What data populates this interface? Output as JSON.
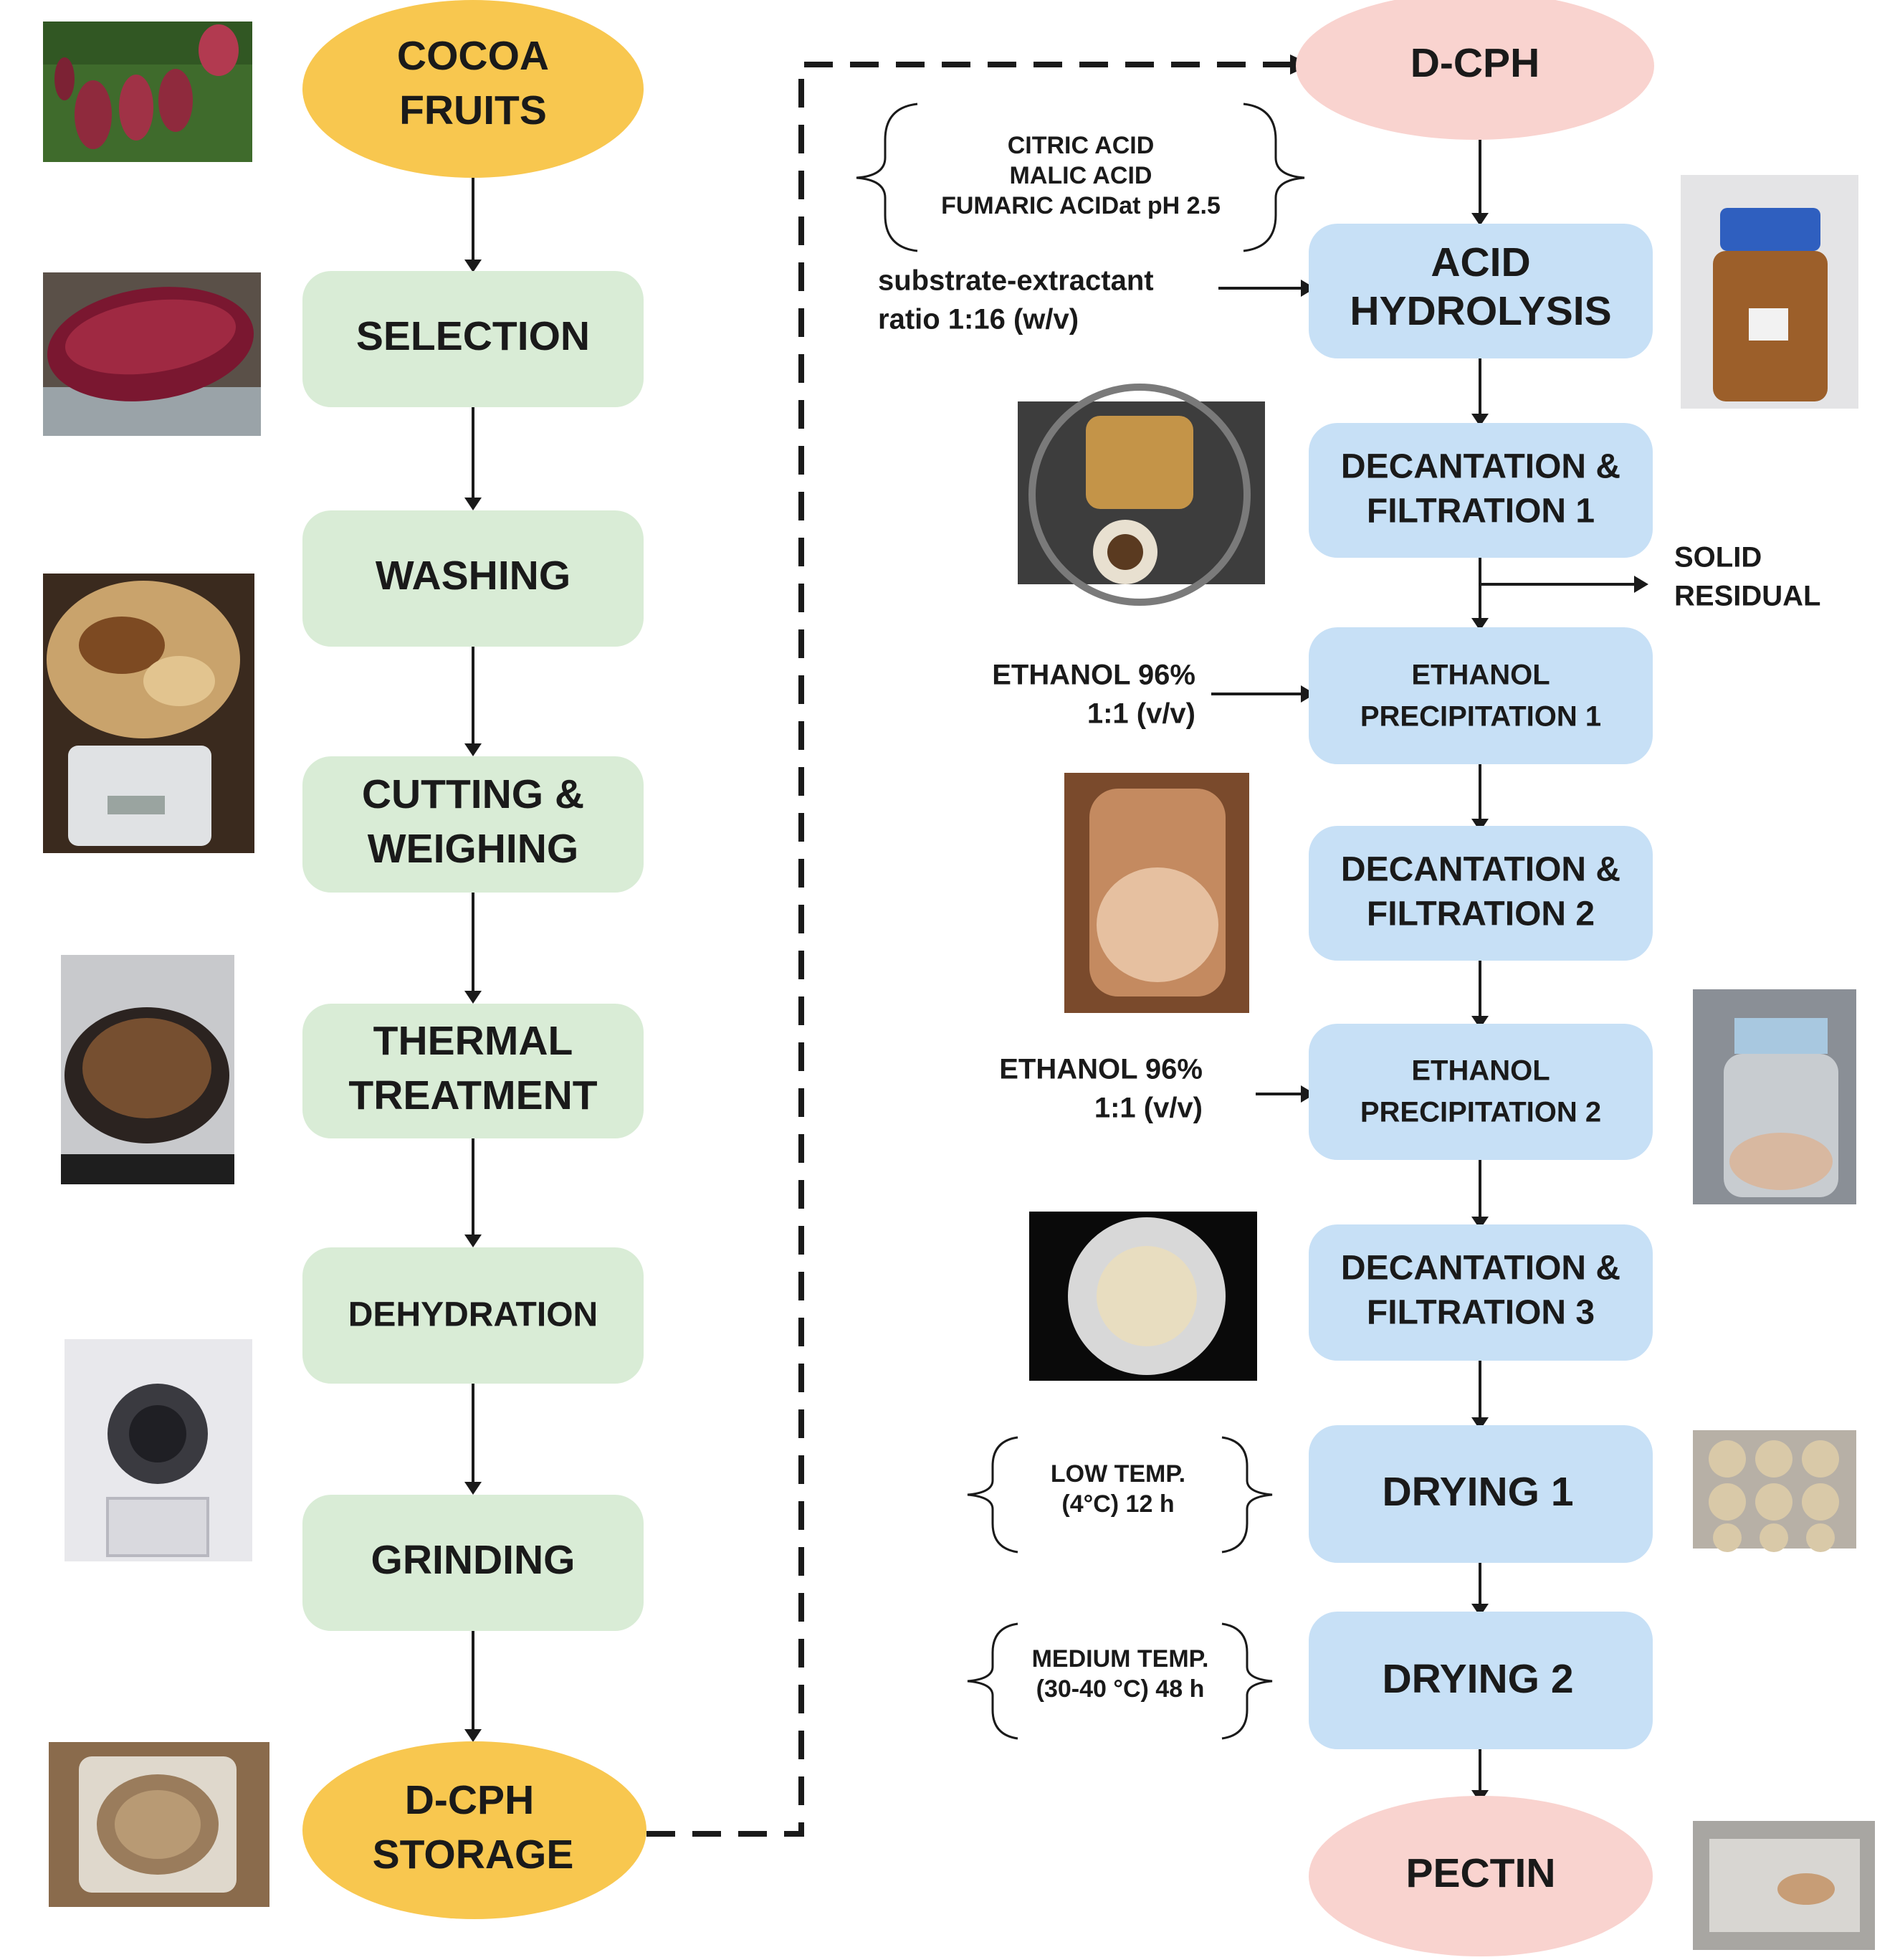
{
  "colors": {
    "start_end_left": "#f8c74f",
    "left_step": "#d9ecd6",
    "right_step": "#c7e0f6",
    "right_terminal": "#f9d3cf",
    "arrow": "#1a1a1a"
  },
  "left_flow": {
    "start": [
      "COCOA",
      "FRUITS"
    ],
    "steps": [
      [
        "SELECTION"
      ],
      [
        "WASHING"
      ],
      [
        "CUTTING &",
        "WEIGHING"
      ],
      [
        "THERMAL",
        "TREATMENT"
      ],
      [
        "DEHYDRATION"
      ],
      [
        "GRINDING"
      ]
    ],
    "end": [
      "D-CPH",
      "STORAGE"
    ]
  },
  "right_flow": {
    "start": [
      "D-CPH"
    ],
    "steps": [
      [
        "ACID",
        "HYDROLYSIS"
      ],
      [
        "DECANTATION &",
        "FILTRATION 1"
      ],
      [
        "ETHANOL",
        "PRECIPITATION 1"
      ],
      [
        "DECANTATION &",
        "FILTRATION 2"
      ],
      [
        "ETHANOL",
        "PRECIPITATION 2"
      ],
      [
        "DECANTATION &",
        "FILTRATION 3"
      ],
      [
        "DRYING 1"
      ],
      [
        "DRYING 2"
      ]
    ],
    "end": [
      "PECTIN"
    ]
  },
  "annotations": {
    "acids": [
      "CITRIC ACID",
      "MALIC ACID",
      "FUMARIC ACIDat pH 2.5"
    ],
    "ratio": [
      "substrate-extractant",
      "ratio 1:16 (w/v)"
    ],
    "solid_residual": [
      "SOLID",
      "RESIDUAL"
    ],
    "ethanol_1": [
      "ETHANOL 96%",
      "1:1 (v/v)"
    ],
    "ethanol_2": [
      "ETHANOL 96%",
      "1:1 (v/v)"
    ],
    "low_temp": [
      "LOW TEMP.",
      "(4°C) 12 h"
    ],
    "medium_temp": [
      "MEDIUM TEMP.",
      "(30-40 °C) 48 h"
    ]
  },
  "photos": [
    {
      "name": "cocoa-fruits-photo",
      "colors": [
        "#3f6b2c",
        "#8f2a3d"
      ]
    },
    {
      "name": "cocoa-pod-photo",
      "colors": [
        "#7a1730",
        "#b8354e"
      ]
    },
    {
      "name": "cut-husks-scale-photo",
      "colors": [
        "#7d4a22",
        "#c9a36c"
      ]
    },
    {
      "name": "thermal-pot-photo",
      "colors": [
        "#2b2320",
        "#8a5a35"
      ]
    },
    {
      "name": "grinder-photo",
      "colors": [
        "#3a3a40",
        "#d9d9de"
      ]
    },
    {
      "name": "ground-powder-container-photo",
      "colors": [
        "#9a7c5c",
        "#d8c6a8"
      ]
    },
    {
      "name": "hydrolysis-jar-photo",
      "colors": [
        "#2f5fbf",
        "#9c5f2a"
      ]
    },
    {
      "name": "filtration-sieve-photo",
      "colors": [
        "#3d3d3d",
        "#c49448"
      ]
    },
    {
      "name": "precipitate-jar-photo",
      "colors": [
        "#7a4a2c",
        "#e6c0a0"
      ]
    },
    {
      "name": "precipitation-bottle-photo",
      "colors": [
        "#8a8f96",
        "#d8b8a0"
      ]
    },
    {
      "name": "filter-cloth-photo",
      "colors": [
        "#0a0a0a",
        "#e8ddc0"
      ]
    },
    {
      "name": "drying-tray-photo",
      "colors": [
        "#b7b0a6",
        "#d9c9a8"
      ]
    },
    {
      "name": "pectin-bag-photo",
      "colors": [
        "#a8a6a2",
        "#c79d76"
      ]
    }
  ]
}
